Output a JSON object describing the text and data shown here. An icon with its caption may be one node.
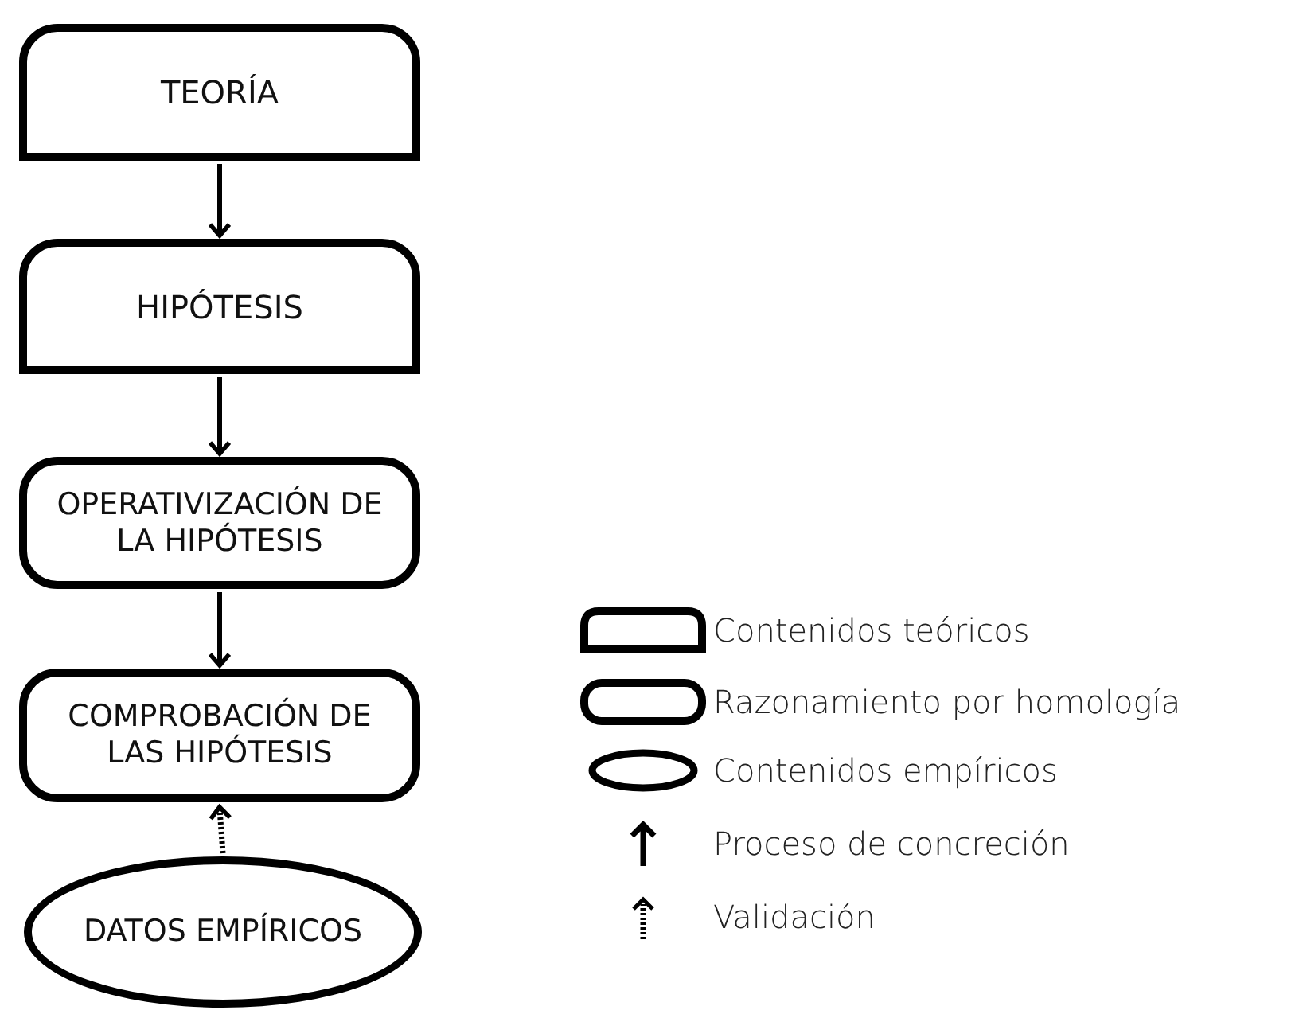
{
  "diagram": {
    "nodes": [
      {
        "text": [
          "TEORÍA"
        ]
      },
      {
        "text": [
          "HIPÓTESIS"
        ]
      },
      {
        "text": [
          "OPERATIVIZACIÓN DE LA HIPÓTESIS"
        ]
      },
      {
        "text": [
          "COMPROBACIÓN DE LAS HIPÓTESIS"
        ]
      },
      {
        "text": [
          "DATOS EMPÍRICOS"
        ]
      }
    ],
    "edges": [
      {
        "from": 0,
        "to": 1,
        "arrow": "to"
      },
      {
        "from": 1,
        "to": 2,
        "arrow": "to"
      },
      {
        "from": 2,
        "to": 3,
        "arrow": "to"
      },
      {
        "from": 4,
        "to": 3,
        "arrow": "to",
        "style": "dashed"
      }
    ],
    "legend": [
      {
        "text": "Contenidos teóricos"
      },
      {
        "text": "Razonamiento por homología"
      },
      {
        "text": "Contenidos empíricos"
      },
      {
        "text": "Proceso de concreción"
      },
      {
        "text": "Validación"
      }
    ]
  }
}
